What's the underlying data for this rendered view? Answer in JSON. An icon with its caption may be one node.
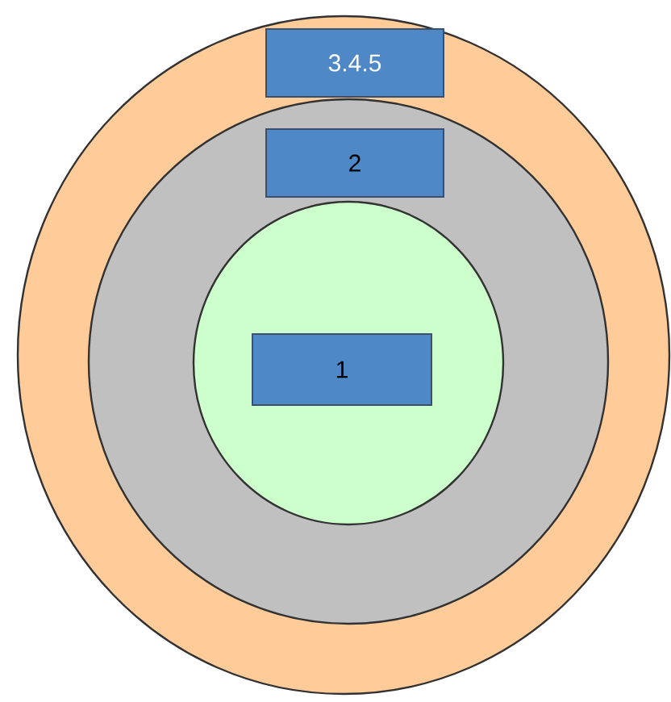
{
  "diagram": {
    "nodes": [
      {
        "text": [],
        "shape": "circle"
      },
      {
        "text": [
          "3.4.5"
        ],
        "in": 0
      },
      {
        "text": [],
        "shape": "circle",
        "in": 0
      },
      {
        "text": [
          "2"
        ],
        "in": 2
      },
      {
        "text": [],
        "shape": "circle",
        "in": 2
      },
      {
        "text": [
          "1"
        ],
        "in": 4
      }
    ]
  }
}
